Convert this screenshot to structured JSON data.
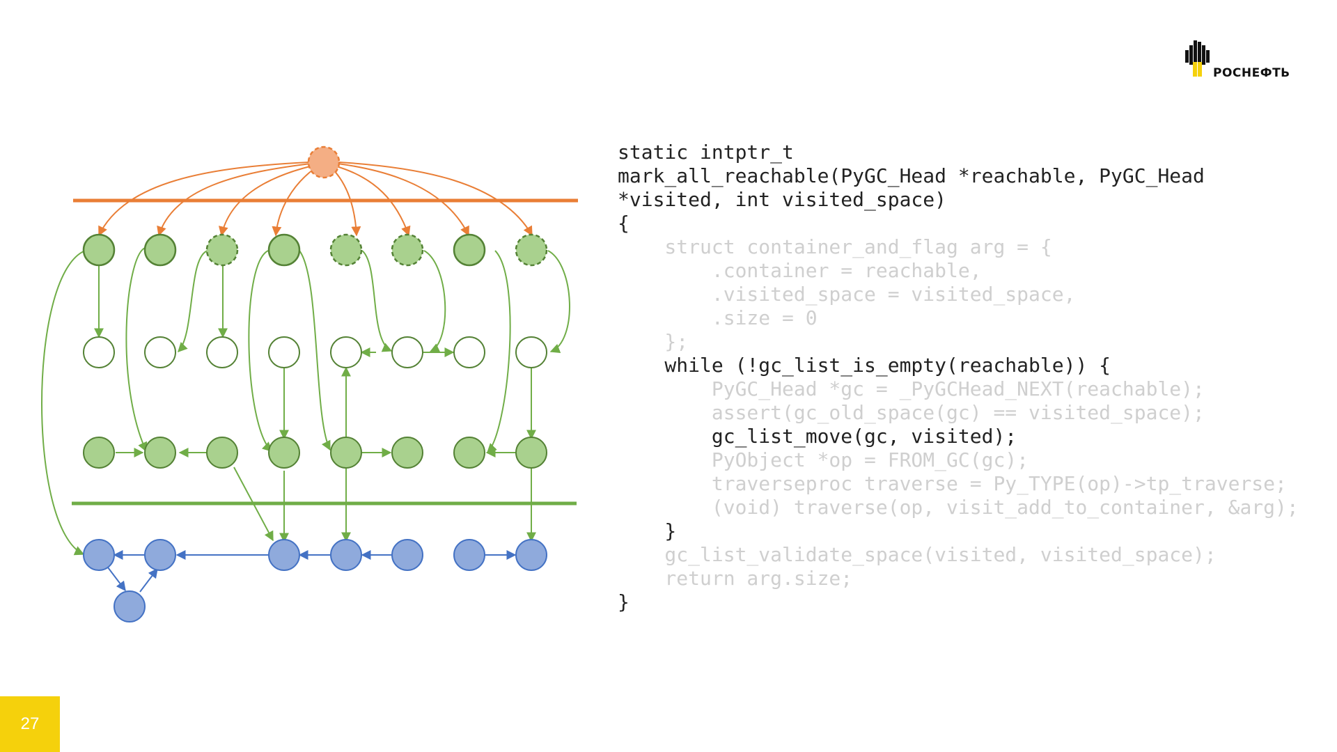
{
  "slide": {
    "page_number": "27",
    "logo_text": "РОСНЕФТЬ"
  },
  "colors": {
    "orange": "#E97E36",
    "orange_fill": "#F4AE84",
    "green": "#70AD47",
    "green_fill": "#A9D18E",
    "green_dark": "#548235",
    "blue": "#4472C4",
    "blue_fill": "#8FAADC",
    "page_badge": "#F5D10C",
    "dim_code": "#CFCFCF",
    "code": "#222222"
  },
  "code": {
    "lines": [
      {
        "text": "static intptr_t",
        "dim": false
      },
      {
        "text": "mark_all_reachable(PyGC_Head *reachable, PyGC_Head",
        "dim": false
      },
      {
        "text": "*visited, int visited_space)",
        "dim": false
      },
      {
        "text": "{",
        "dim": false
      },
      {
        "text": "    struct container_and_flag arg = {",
        "dim": true
      },
      {
        "text": "        .container = reachable,",
        "dim": true
      },
      {
        "text": "        .visited_space = visited_space,",
        "dim": true
      },
      {
        "text": "        .size = 0",
        "dim": true
      },
      {
        "text": "    };",
        "dim": true
      },
      {
        "text": "    while (!gc_list_is_empty(reachable)) {",
        "dim": false
      },
      {
        "text": "        PyGC_Head *gc = _PyGCHead_NEXT(reachable);",
        "dim": true
      },
      {
        "text": "        assert(gc_old_space(gc) == visited_space);",
        "dim": true
      },
      {
        "text": "        gc_list_move(gc, visited);",
        "dim": false
      },
      {
        "text": "        PyObject *op = FROM_GC(gc);",
        "dim": true
      },
      {
        "text": "        traverseproc traverse = Py_TYPE(op)->tp_traverse;",
        "dim": true
      },
      {
        "text": "        (void) traverse(op, visit_add_to_container, &arg);",
        "dim": true
      },
      {
        "text": "    }",
        "dim": false
      },
      {
        "text": "    gc_list_validate_space(visited, visited_space);",
        "dim": true
      },
      {
        "text": "    return arg.size;",
        "dim": true
      },
      {
        "text": "}",
        "dim": false
      }
    ]
  }
}
